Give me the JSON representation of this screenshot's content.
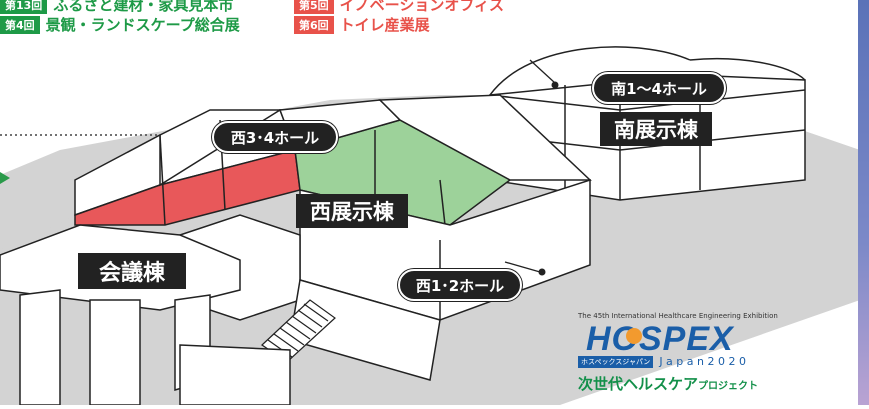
{
  "events": [
    {
      "badge": "第13回",
      "name": "ふるさと建材・家具見本市",
      "badge_color": "#1e9a47",
      "name_color": "#1e9a47"
    },
    {
      "badge": "第5回",
      "name": "イノベーションオフィス",
      "badge_color": "#e8524a",
      "name_color": "#e8524a"
    },
    {
      "badge": "第4回",
      "name": "景観・ランドスケープ総合展",
      "badge_color": "#1e9a47",
      "name_color": "#1e9a47"
    },
    {
      "badge": "第6回",
      "name": "トイレ産業展",
      "badge_color": "#e8524a",
      "name_color": "#e8524a"
    }
  ],
  "map": {
    "south_hall_label": "南1〜4ホール",
    "south_building_label": "南展示棟",
    "west34_hall_label": "西3･4ホール",
    "west_building_label": "西展示棟",
    "conference_label": "会議棟",
    "west12_hall_label": "西1･2ホール"
  },
  "logo": {
    "tagline": "The 45th International Healthcare Engineering Exhibition",
    "brand": "HOSPEX",
    "kana": "ホスペックスジャパン",
    "japan": "J a p a n 2 0 2 0",
    "project_main": "次世代ヘルスケア",
    "project_suffix": "プロジェクト"
  },
  "colors": {
    "red_hall": "#e8585a",
    "green_hall": "#9dd29a",
    "ground": "#d3d3d3",
    "accent_blue": "#1a5ea8",
    "project_green": "#13904a"
  }
}
